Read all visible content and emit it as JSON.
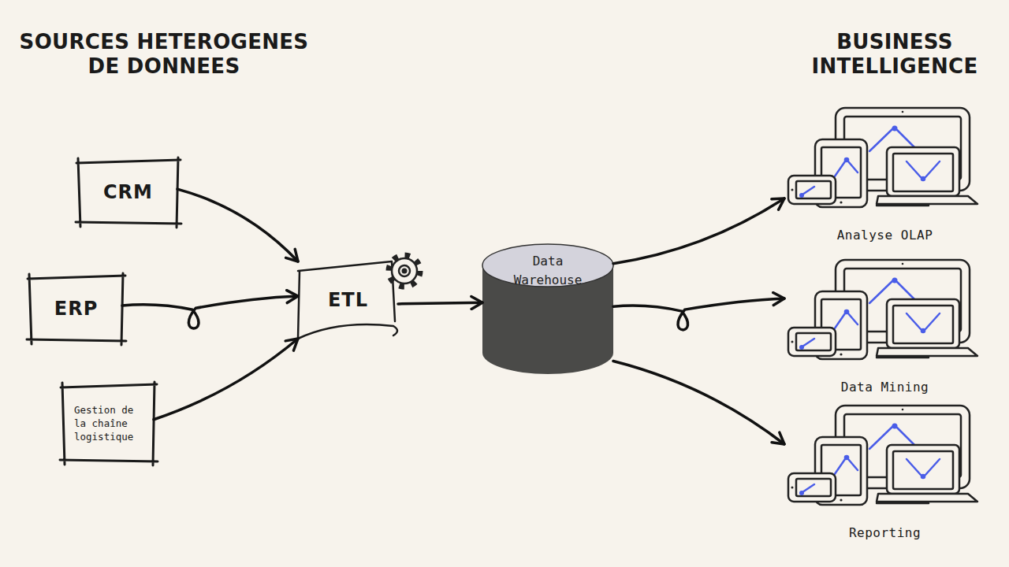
{
  "diagram": {
    "nodes": [
      {
        "text": [
          "CRM"
        ]
      },
      {
        "text": [
          "ERP"
        ]
      },
      {
        "text": [
          "Gestion de la chaîne logistique"
        ]
      },
      {
        "text": [
          "ETL"
        ]
      },
      {
        "text": [
          "Data Warehouse"
        ]
      },
      {
        "text": [
          "Analyse OLAP"
        ]
      },
      {
        "text": [
          "Data Mining"
        ]
      },
      {
        "text": [
          "Reporting"
        ]
      }
    ],
    "edges": [
      {
        "from": 0,
        "to": 3,
        "arrow": "to"
      },
      {
        "from": 1,
        "to": 3,
        "arrow": "to"
      },
      {
        "from": 2,
        "to": 3,
        "arrow": "to"
      },
      {
        "from": 3,
        "to": 4,
        "arrow": "to"
      },
      {
        "from": 4,
        "to": 5,
        "arrow": "to"
      },
      {
        "from": 4,
        "to": 6,
        "arrow": "to"
      },
      {
        "from": 4,
        "to": 7,
        "arrow": "to"
      }
    ],
    "labels": [
      "SOURCES HETEROGENES DE DONNEES",
      "BUSINESS INTELLIGENCE"
    ]
  }
}
